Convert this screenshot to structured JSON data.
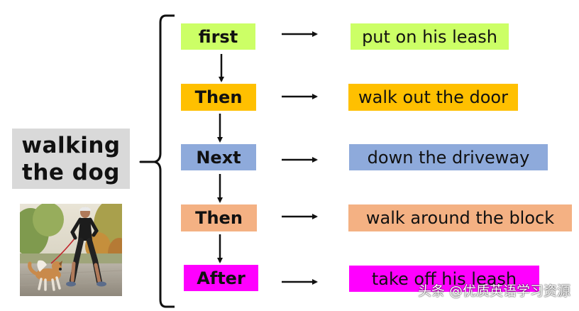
{
  "title": {
    "line1": "walking",
    "line2": "the dog"
  },
  "colors": {
    "title_bg": "#d9d9d9",
    "step_colors": [
      "#ccff66",
      "#ffc000",
      "#8eaadb",
      "#f4b183",
      "#ff00ff"
    ]
  },
  "steps": [
    {
      "label": "first",
      "result": "put on his leash"
    },
    {
      "label": "Then",
      "result": "walk out the door"
    },
    {
      "label": "Next",
      "result": "down the driveway"
    },
    {
      "label": "Then",
      "result": "walk around the block"
    },
    {
      "label": "After",
      "result": "take off his leash"
    }
  ],
  "watermark": "头条 @优质英语学习资源"
}
